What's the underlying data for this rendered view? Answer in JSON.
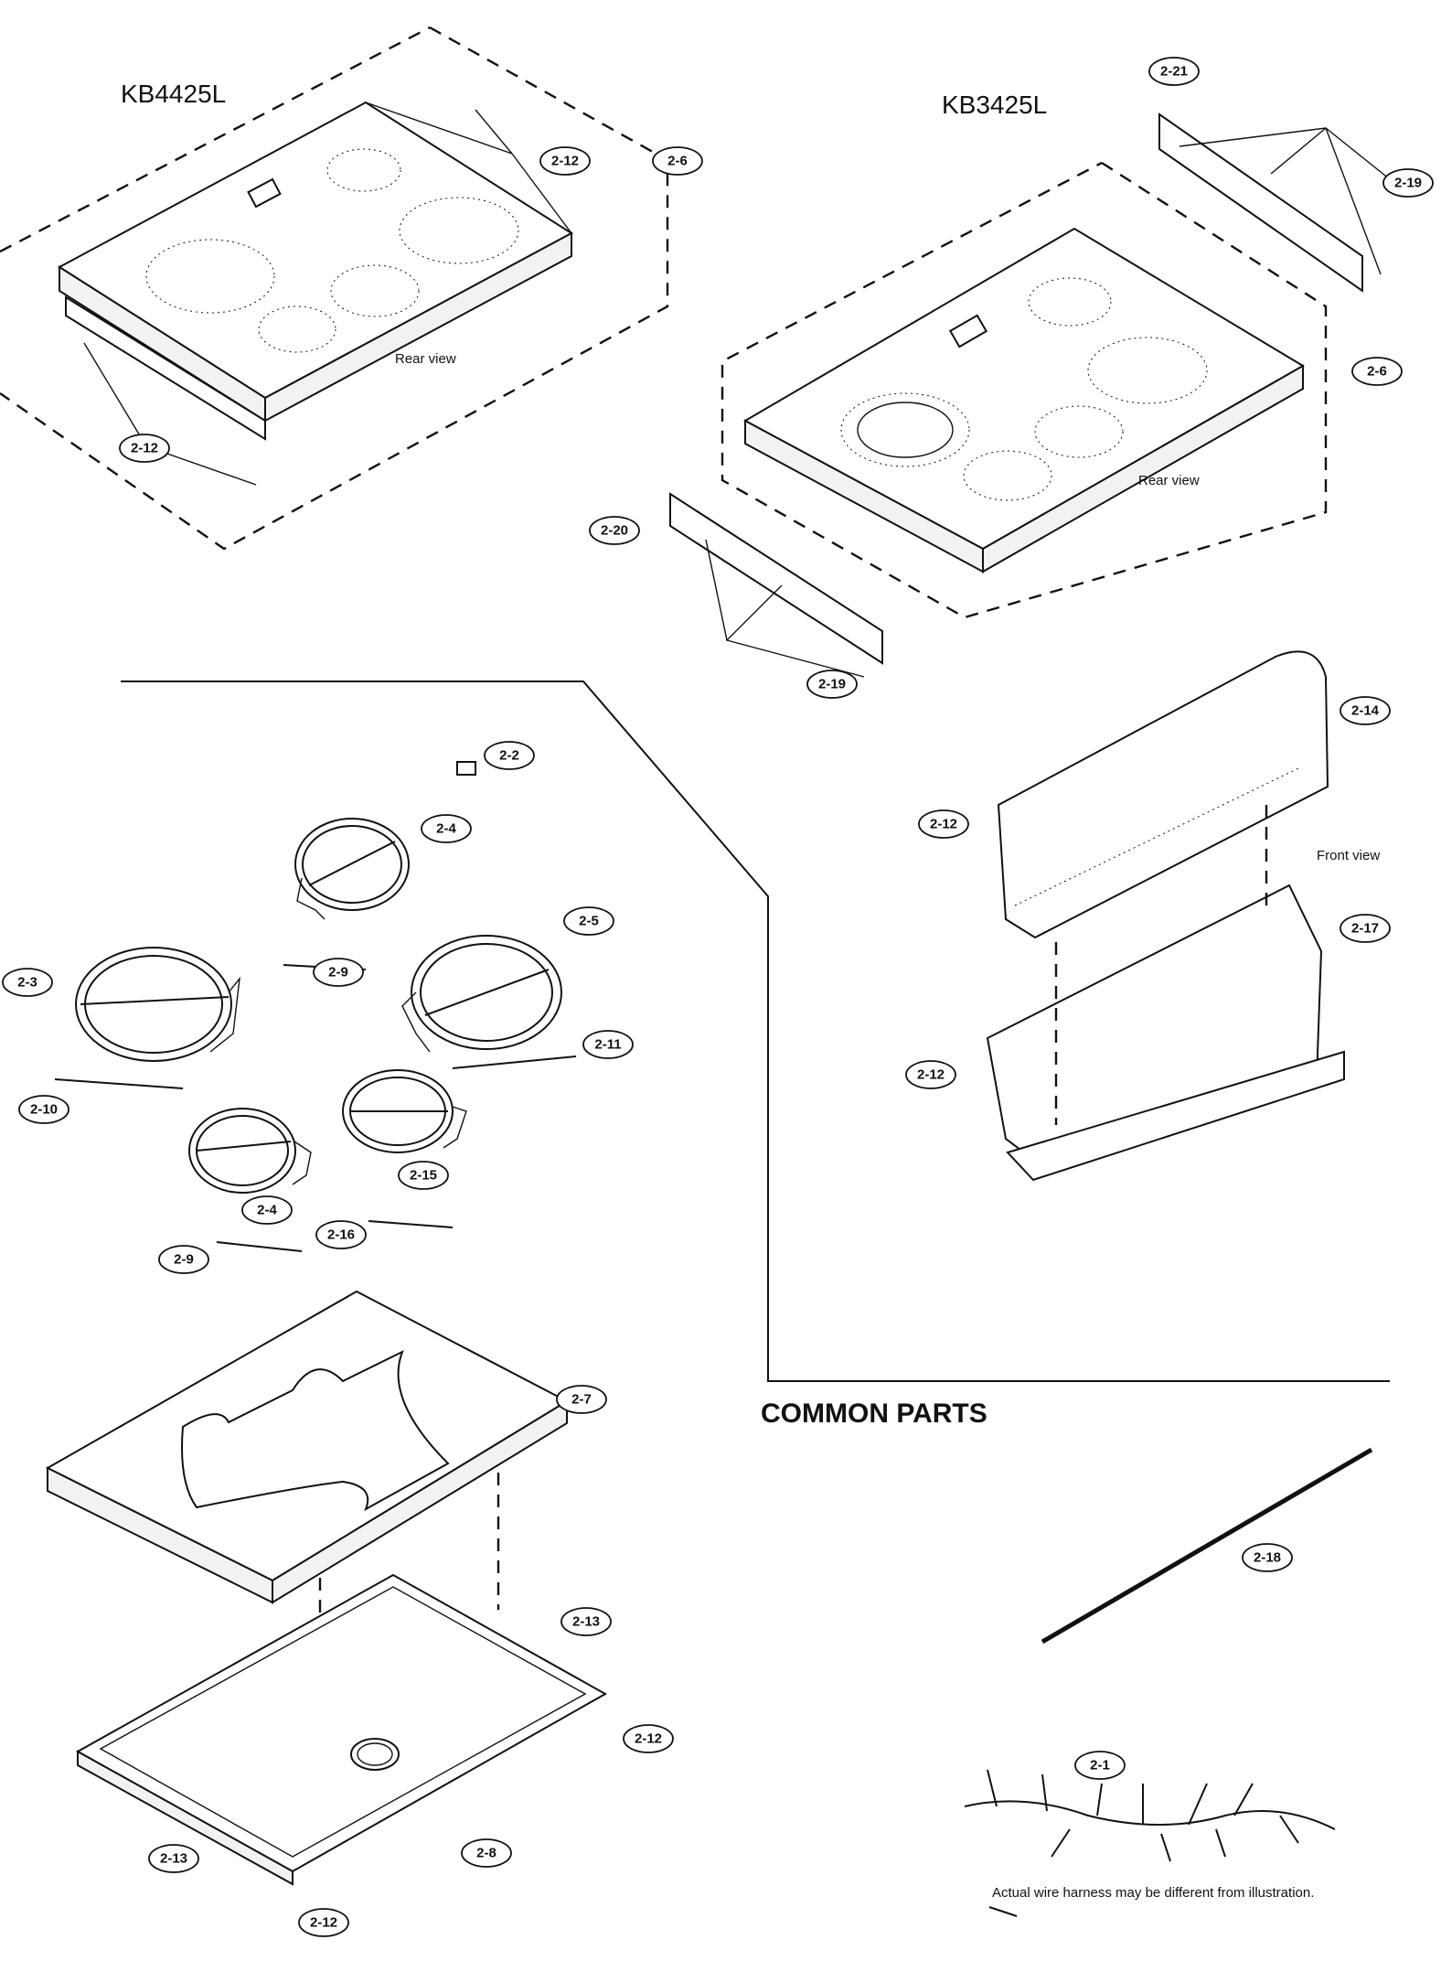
{
  "labels": {
    "model_left": "KB4425L",
    "model_right": "KB3425L",
    "rear_view_1": "Rear view",
    "rear_view_2": "Rear view",
    "front_view": "Front view",
    "common_parts": "COMMON PARTS",
    "harness_note": "Actual wire harness may be different from illustration."
  },
  "callouts": [
    "2-12",
    "2-6",
    "2-12",
    "2-21",
    "2-19",
    "2-6",
    "2-20",
    "2-19",
    "2-2",
    "2-4",
    "2-5",
    "2-9",
    "2-3",
    "2-11",
    "2-10",
    "2-15",
    "2-4",
    "2-16",
    "2-9",
    "2-14",
    "2-12",
    "2-17",
    "2-12",
    "2-7",
    "2-18",
    "2-13",
    "2-12",
    "2-8",
    "2-13",
    "2-12",
    "2-1"
  ]
}
